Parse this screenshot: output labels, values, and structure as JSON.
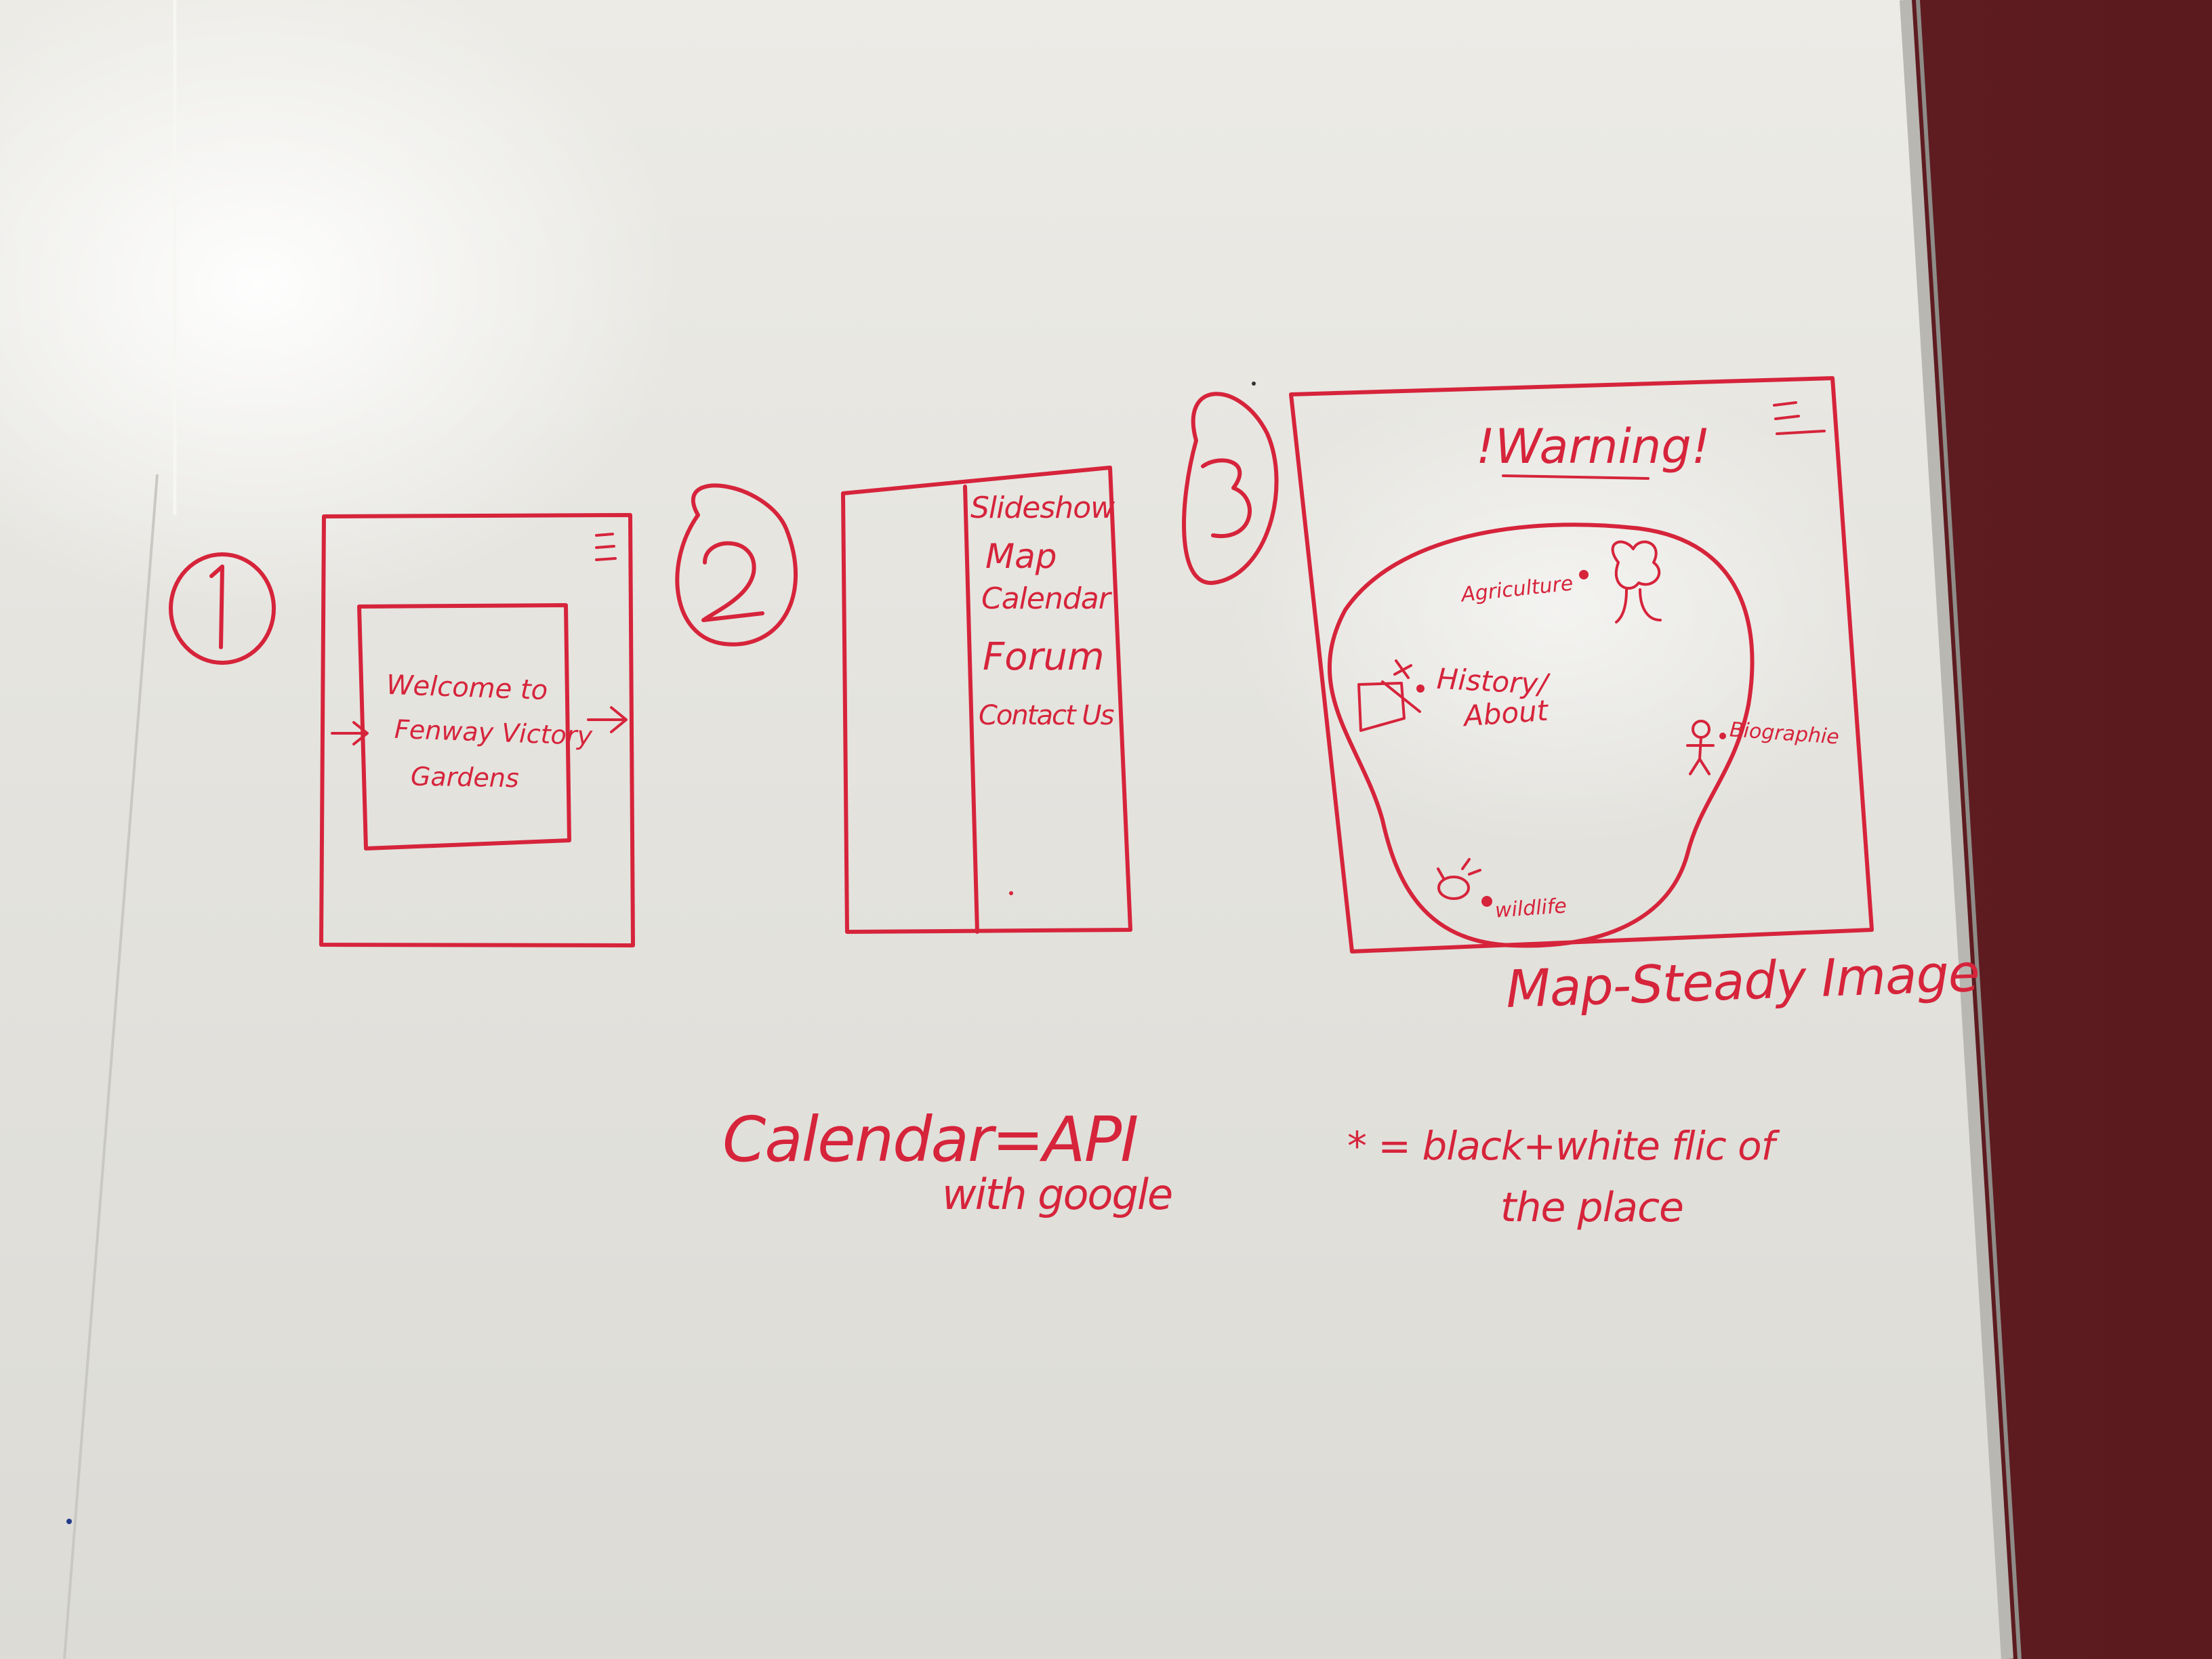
{
  "colors": {
    "marker": "#d6243b",
    "board": "#e6e5e0",
    "wall": "#5a1a1e"
  },
  "sketch1": {
    "number": "1",
    "welcome_line1": "Welcome to",
    "welcome_line2": "Fenway Victory",
    "welcome_line3": "Gardens",
    "menu_icon": "hamburger-menu-icon",
    "arrow_icon": "arrow-right-icon"
  },
  "sketch2": {
    "number": "2",
    "menu_items": [
      "Slideshow",
      "Map",
      "Calendar",
      "Forum",
      "Contact Us"
    ]
  },
  "sketch3": {
    "number": "3",
    "title": "!Warning!",
    "menu_icon": "hamburger-menu-icon",
    "pins": {
      "agriculture": "Agriculture",
      "history": "History/",
      "about": "About",
      "biographies": "Biographie",
      "wildlife": "wildlife"
    },
    "caption": "Map-Steady Image"
  },
  "notes": {
    "calendar_line1": "Calendar=API",
    "calendar_line2": "with google",
    "star_line1": "* = black+white flic of",
    "star_line2": "the place"
  }
}
